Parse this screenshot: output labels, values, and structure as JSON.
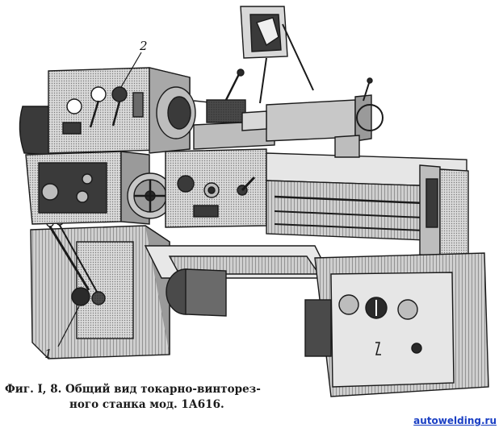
{
  "figure": {
    "callouts": {
      "c1": "1",
      "c2": "2"
    },
    "caption_line1": "Фиг. I, 8.  Общий вид токарно-винторез-",
    "caption_line2": "ного станка мод. 1А616.",
    "watermark": "autowelding.ru",
    "ink_color": "#1a1a1a",
    "watermark_color": "#1a3fc4"
  }
}
